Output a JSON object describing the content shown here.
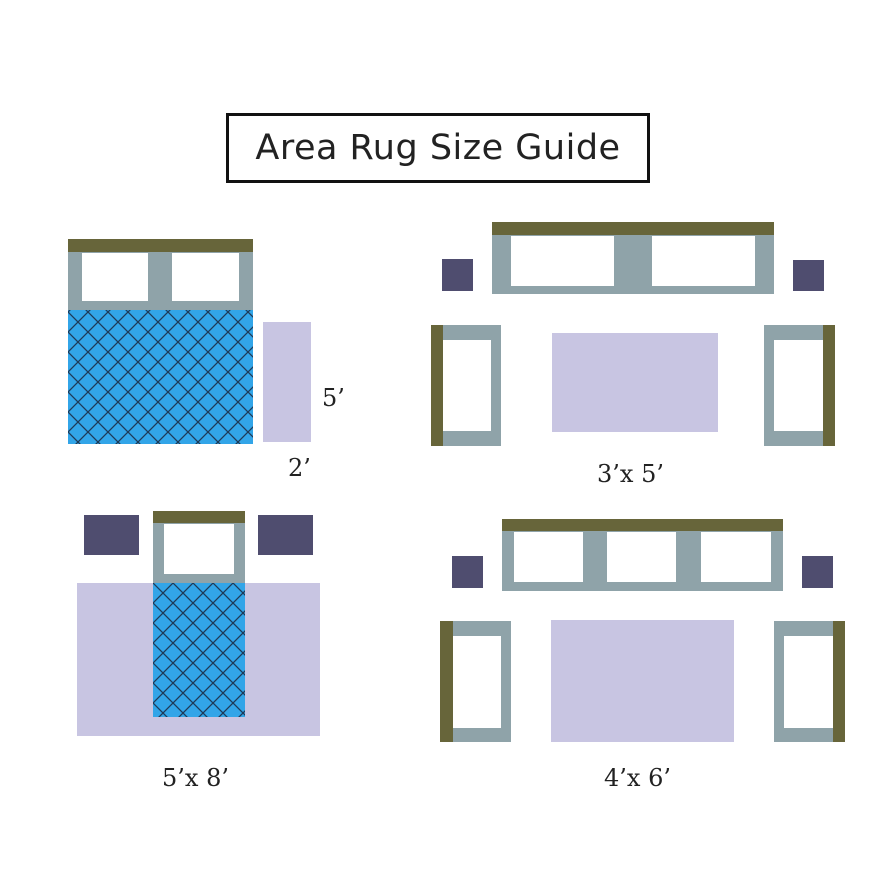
{
  "title": "Area Rug Size Guide",
  "labels": {
    "runner_length": "5’",
    "runner_width": "2’",
    "size_3x5": "3’x 5’",
    "size_5x8": "5’x 8’",
    "size_4x6": "4’x 6’"
  },
  "colors": {
    "rug": "#c8c5e2",
    "furniture_frame": "#8fa3a9",
    "headboard_back": "#67653a",
    "bedding": "#32a5e8",
    "bedding_lines": "#1e3a58",
    "side_table": "#4f4d6f",
    "outline": "#111111"
  },
  "icons": [
    "bed-icon",
    "sofa-icon",
    "armchair-icon",
    "side-table-icon",
    "rug-icon"
  ]
}
